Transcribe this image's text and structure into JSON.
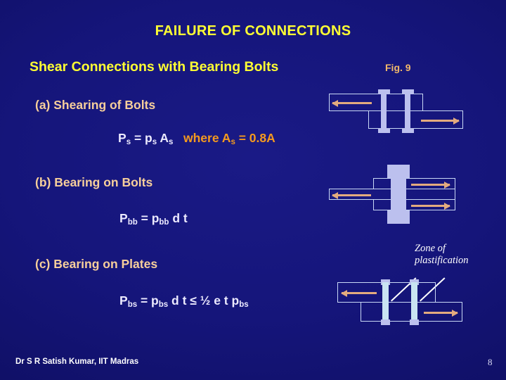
{
  "slide": {
    "title": "FAILURE OF CONNECTIONS",
    "subtitle": "Shear Connections with Bearing Bolts",
    "figure_label": "Fig. 9",
    "background_color": "#101062",
    "title_color": "#ffff33",
    "item_color": "#f7cf9b",
    "equation_color": "#eceaff",
    "accent_orange": "#f59a1e",
    "arrow_color": "#e3ab7e",
    "plate_outline_color": "#c9d8f5",
    "bolt_color": "#bcc0ee"
  },
  "items": [
    {
      "label": "(a) Shearing of Bolts",
      "equation": {
        "main": "P",
        "main_sub": "s",
        "parts": [
          {
            "text": "P",
            "sub": "s",
            "color": "white"
          },
          {
            "text": " = p",
            "sub": "s",
            "color": "white"
          },
          {
            "text": " A",
            "sub": "s",
            "color": "white"
          },
          {
            "text": "  where A",
            "sub": "s",
            "color": "orange"
          },
          {
            "text": " = 0.8A",
            "sub": "",
            "color": "orange"
          }
        ]
      }
    },
    {
      "label": "(b) Bearing on Bolts",
      "equation": {
        "parts": [
          {
            "text": "P",
            "sub": "bb",
            "color": "white"
          },
          {
            "text": " = p",
            "sub": "bb",
            "color": "white"
          },
          {
            "text": " d t",
            "sub": "",
            "color": "white"
          }
        ]
      }
    },
    {
      "label": "(c) Bearing on Plates",
      "equation": {
        "parts": [
          {
            "text": "P",
            "sub": "bs",
            "color": "white"
          },
          {
            "text": " = p",
            "sub": "bs",
            "color": "white"
          },
          {
            "text": " d t ≤ ½ e t p",
            "sub": "bs",
            "color": "white"
          }
        ]
      }
    }
  ],
  "annotations": {
    "zone_line1": "Zone of",
    "zone_line2": "plastification"
  },
  "diagrams": [
    {
      "name": "single-shear-lap-joint",
      "description": "Lap splice with two bolts, top plate pulled left, bottom plate pulled right",
      "bolt_count": 2
    },
    {
      "name": "double-shear-butt-joint",
      "description": "Butt joint with two cover plates and one bolt in double shear",
      "bolt_count": 1
    },
    {
      "name": "plate-bearing-joint",
      "description": "Lap joint with two bolts showing plate bearing plastification zones",
      "bolt_count": 2
    }
  ],
  "footer": {
    "author": "Dr S R Satish Kumar, IIT Madras",
    "page": "8"
  }
}
